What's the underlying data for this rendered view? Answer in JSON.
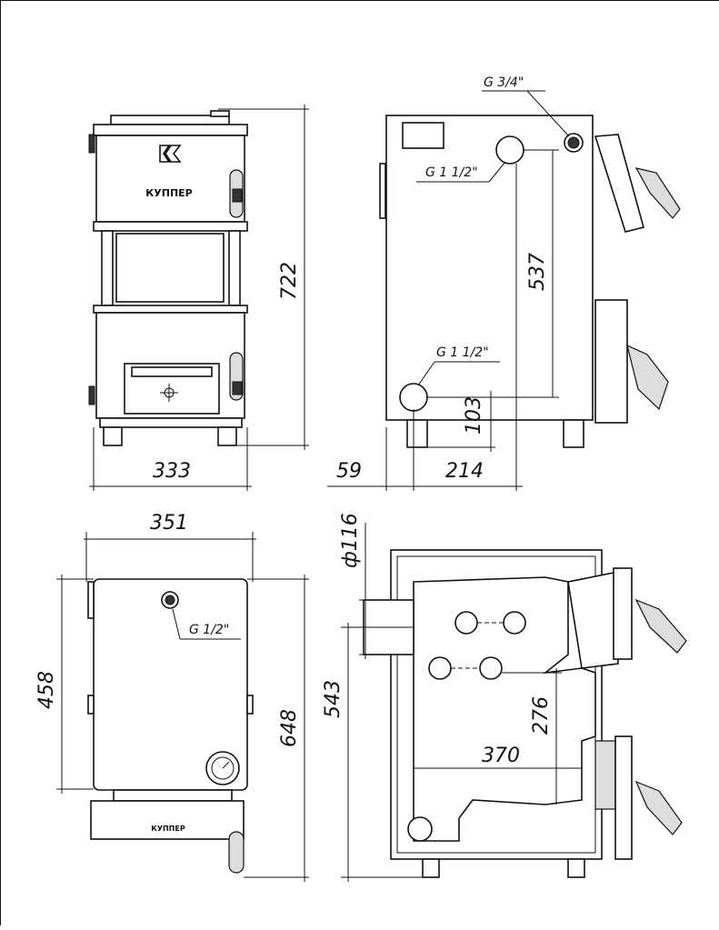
{
  "title": "Boiler dimensional drawing",
  "brand": {
    "logo_text": "КУППЕР"
  },
  "front_view": {
    "height": "722",
    "width": "333"
  },
  "side_view": {
    "connection_top_small": "G 3/4\"",
    "connection_top_large": "G 1 1/2\"",
    "connection_bottom": "G 1 1/2\"",
    "pipe_spacing": "537",
    "bottom_pipe_height": "103",
    "pipe_offset": "214",
    "leg_offset": "59"
  },
  "back_view": {
    "width": "351",
    "height_body": "458",
    "height_total": "648",
    "connection": "G 1/2\""
  },
  "section_view": {
    "flue_diameter": "ф116",
    "flue_height": "543",
    "tube_height": "276",
    "chamber_depth": "370"
  }
}
